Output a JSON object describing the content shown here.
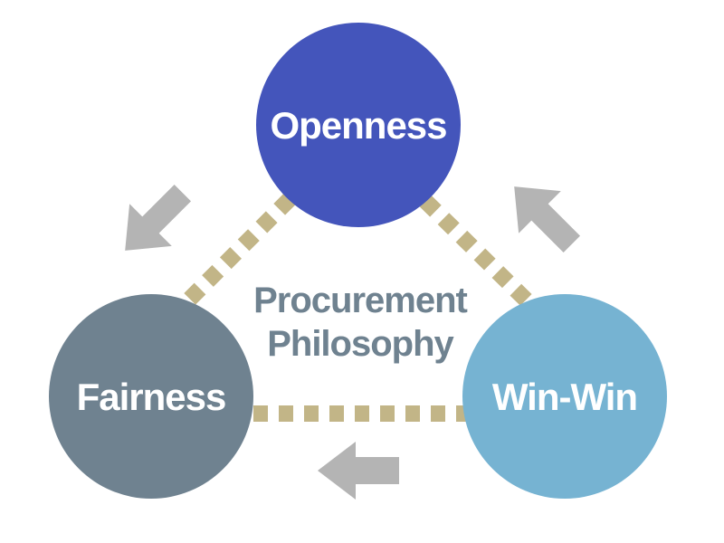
{
  "diagram": {
    "center_label_line1": "Procurement",
    "center_label_line2": "Philosophy",
    "nodes": {
      "top": {
        "label": "Openness",
        "color": "#4455bb"
      },
      "left": {
        "label": "Fairness",
        "color": "#6f8290"
      },
      "right": {
        "label": "Win-Win",
        "color": "#76b3d2"
      }
    },
    "connector_color": "#c2b587",
    "arrow_color": "#b4b4b4",
    "center_text_color": "#6f8290"
  }
}
